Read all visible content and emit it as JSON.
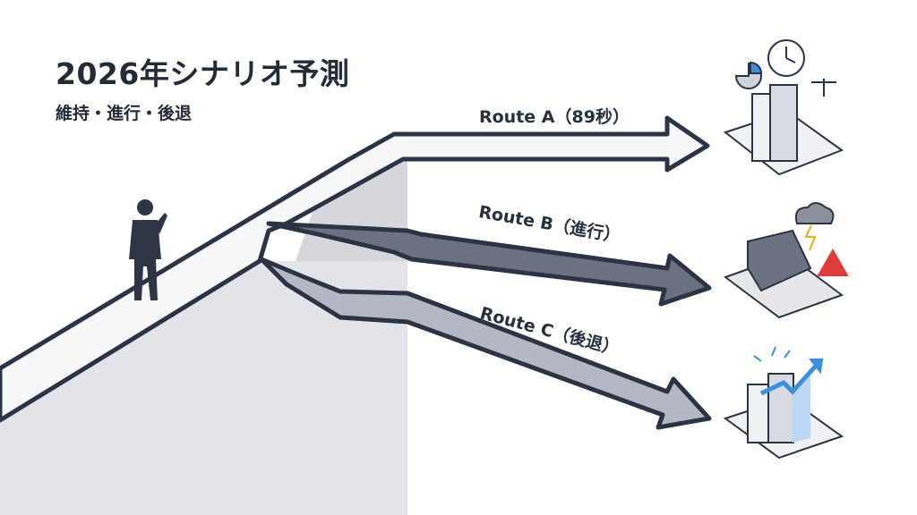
{
  "header": {
    "title": "2026年シナリオ予測",
    "subtitle": "維持・進行・後退"
  },
  "routes": [
    {
      "label": "Route A（89秒）",
      "outcome": "stable"
    },
    {
      "label": "Route B（進行）",
      "outcome": "damaged"
    },
    {
      "label": "Route C（後退）",
      "outcome": "growth"
    }
  ],
  "colors": {
    "text": "#222b38",
    "outline": "#2a3445",
    "route_b": "#6b7180",
    "route_c": "#b4b8c2",
    "alert": "#e23b3b",
    "growth": "#3a8fe0"
  }
}
